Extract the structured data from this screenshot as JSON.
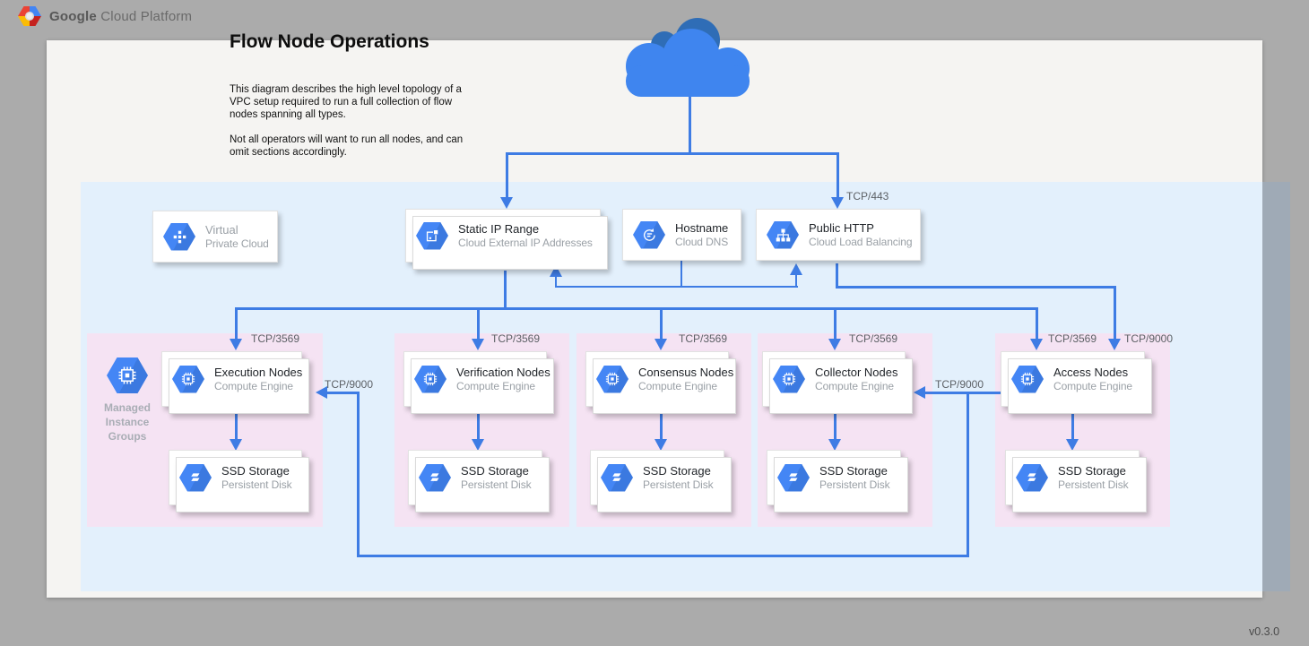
{
  "header": {
    "brand_bold": "Google",
    "brand_rest": "Cloud Platform"
  },
  "title": "Flow Node Operations",
  "description_p1": "This diagram describes the high level topology of a\nVPC setup required to run a full collection of flow\nnodes spanning all types.",
  "description_p2": "Not all operators will want to run all nodes, and can\nomit sections accordingly.",
  "version": "v0.3.0",
  "colors": {
    "background": "#ABABAB",
    "page": "#F5F4F2",
    "vpc_fill": "#E3F0FC",
    "group_fill": "#F5E3F3",
    "line": "#3E7CE4",
    "icon_blue": "#4285F4",
    "cloud_main": "#3F85EF",
    "cloud_dark": "#2F6DB6"
  },
  "services": {
    "vpc": {
      "title": "Virtual",
      "subtitle": "Private Cloud"
    },
    "static_ip": {
      "title": "Static IP Range",
      "subtitle": "Cloud External IP Addresses"
    },
    "hostname": {
      "title": "Hostname",
      "subtitle": "Cloud DNS"
    },
    "public_http": {
      "title": "Public HTTP",
      "subtitle": "Cloud Load Balancing"
    }
  },
  "managed_instance_groups_label": "Managed\nInstance\nGroups",
  "edge_labels": {
    "tcp443": "TCP/443",
    "tcp3569": "TCP/3569",
    "tcp9000": "TCP/9000"
  },
  "node_groups": [
    {
      "title": "Execution Nodes",
      "subtitle": "Compute Engine",
      "storage_title": "SSD Storage",
      "storage_subtitle": "Persistent Disk"
    },
    {
      "title": "Verification Nodes",
      "subtitle": "Compute Engine",
      "storage_title": "SSD Storage",
      "storage_subtitle": "Persistent Disk"
    },
    {
      "title": "Consensus Nodes",
      "subtitle": "Compute Engine",
      "storage_title": "SSD Storage",
      "storage_subtitle": "Persistent Disk"
    },
    {
      "title": "Collector Nodes",
      "subtitle": "Compute Engine",
      "storage_title": "SSD Storage",
      "storage_subtitle": "Persistent Disk"
    },
    {
      "title": "Access Nodes",
      "subtitle": "Compute Engine",
      "storage_title": "SSD Storage",
      "storage_subtitle": "Persistent Disk"
    }
  ]
}
